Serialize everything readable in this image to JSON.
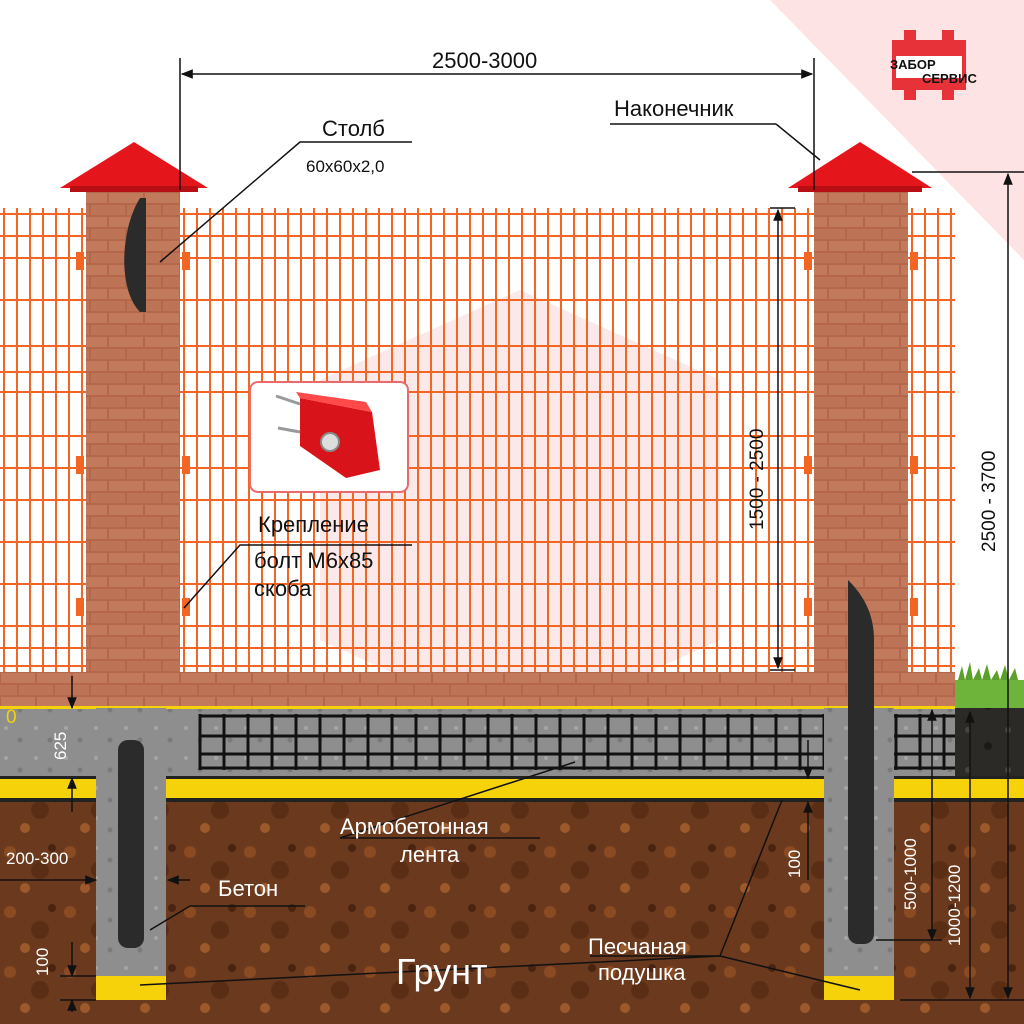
{
  "labels": {
    "span": "2500-3000",
    "cap": "Наконечник",
    "post": "Столб",
    "post_size": "60х60х2,0",
    "fastening": "Крепление",
    "bolt": "болт М6х85",
    "bracket": "скоба",
    "panel_height": "1500 - 2500",
    "total_height": "2500 - 3700",
    "zero": "0",
    "depth_625": "625",
    "width_200_300": "200-300",
    "concrete": "Бетон",
    "strip_line1": "Армобетонная",
    "strip_line2": "лента",
    "depth_100_mid": "100",
    "depth_500_1000": "500-1000",
    "depth_1000_1200": "1000-1200",
    "sand_line1": "Песчаная",
    "sand_line2": "подушка",
    "ground": "Грунт",
    "depth_100_bottom": "100"
  },
  "logo": {
    "line1": "ЗАБОР",
    "line2": "СЕРВИС",
    "color": "#e8323a"
  },
  "colors": {
    "mesh": "#f26522",
    "brick": "#b86a4e",
    "cap": "#e4161c",
    "sand": "#f5d20a",
    "concrete": "#8d8d8d"
  }
}
